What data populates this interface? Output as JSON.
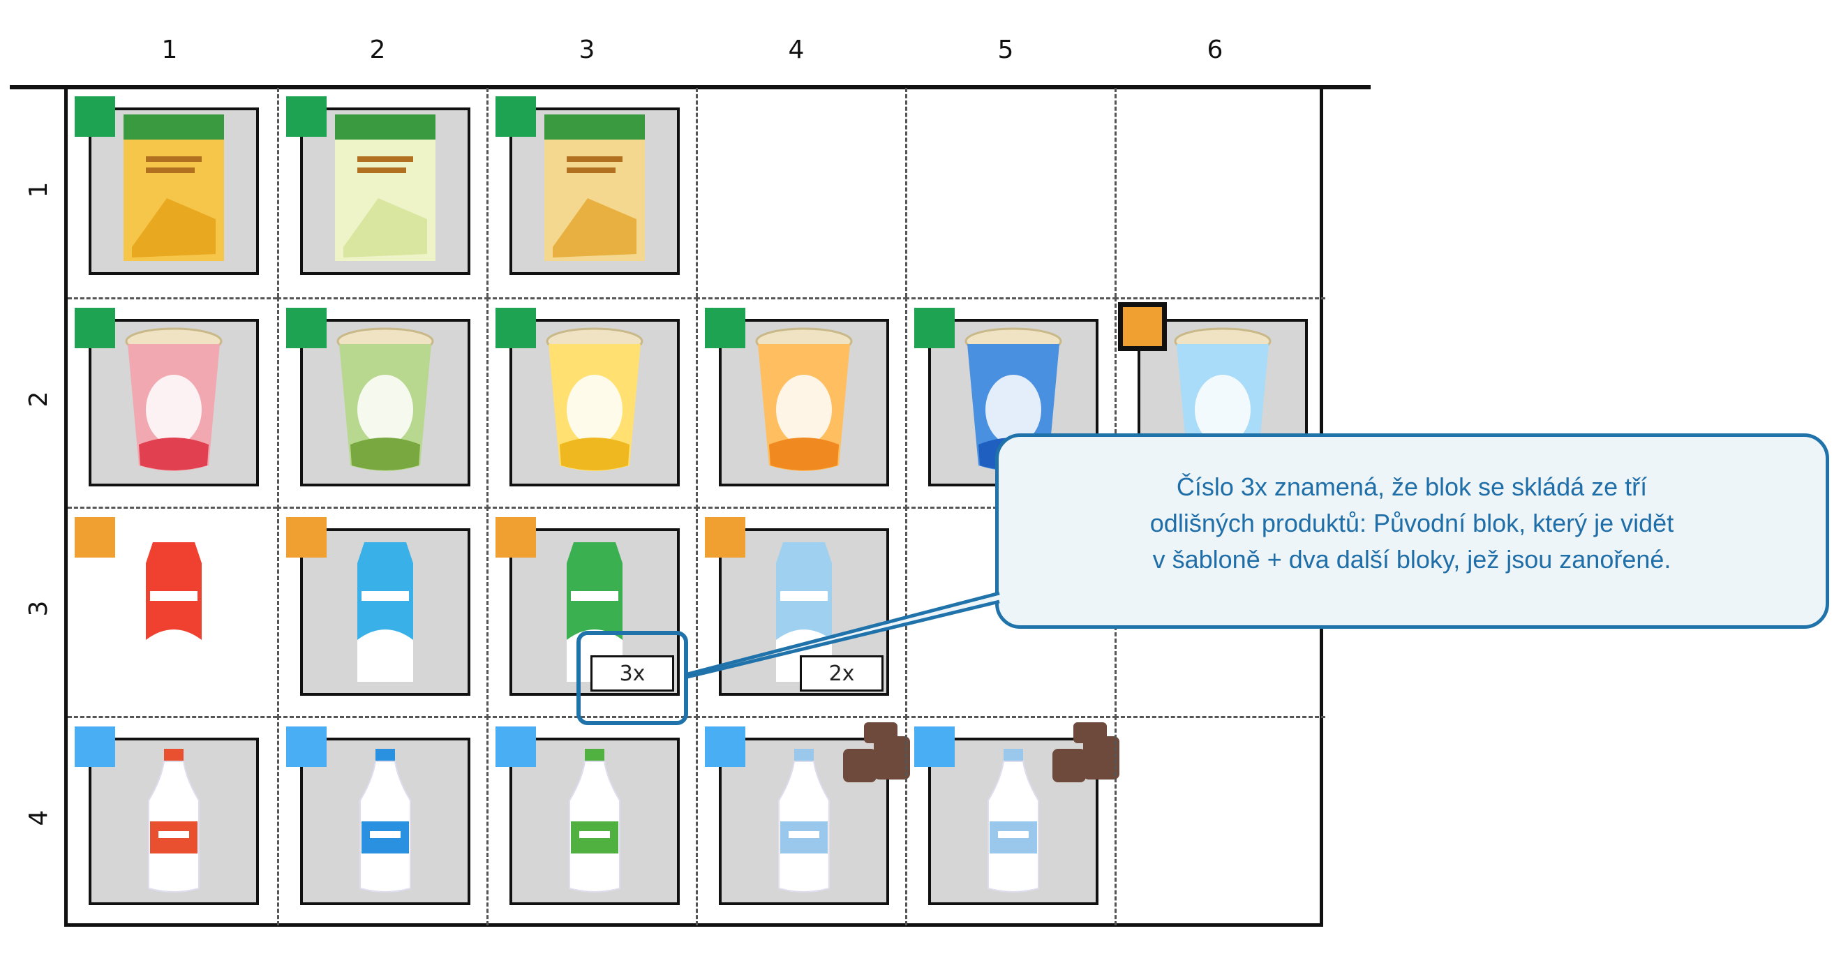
{
  "columns": [
    "1",
    "2",
    "3",
    "4",
    "5",
    "6"
  ],
  "rows": [
    "1",
    "2",
    "3",
    "4"
  ],
  "count_labels": {
    "r3c3": "3x",
    "r3c4": "2x"
  },
  "callout": {
    "line1": "Číslo 3x znamená, že blok se skládá ze tří",
    "line2": "odlišných produktů: Původní blok, který je vidět",
    "line3": "v šabloně + dva další bloky, jež jsou zanořené."
  },
  "colors": {
    "green_marker": "#1ea353",
    "orange_marker": "#f0a030",
    "blue_marker": "#4aaef5",
    "slot_fill": "#d6d6d6",
    "callout_border": "#1f73aa",
    "callout_text": "#1f6ea8",
    "stack_marker": "#6e4a3c"
  },
  "legend_icons": [
    "green-marker-icon",
    "orange-marker-icon",
    "blue-marker-icon",
    "selected-marker-icon",
    "stack-icon"
  ]
}
